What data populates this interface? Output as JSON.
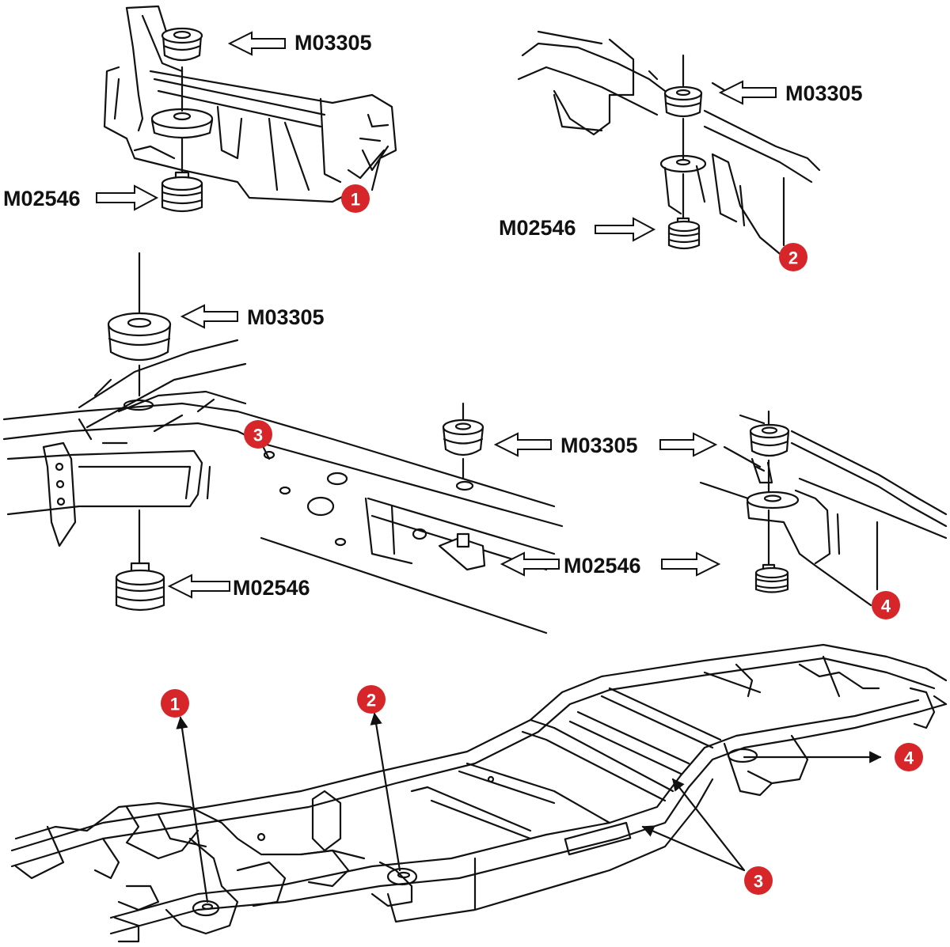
{
  "parts": {
    "upper_bushing": "M03305",
    "lower_bushing": "M02546"
  },
  "callouts": [
    "1",
    "2",
    "3",
    "4"
  ],
  "colors": {
    "badge": "#d7262a",
    "line": "#111111",
    "background": "#ffffff"
  },
  "icons": {
    "upper": "body-mount-upper-bushing-icon",
    "lower": "body-mount-lower-bushing-icon",
    "callout": "red-number-badge-icon",
    "pointer": "hollow-arrow-icon"
  }
}
